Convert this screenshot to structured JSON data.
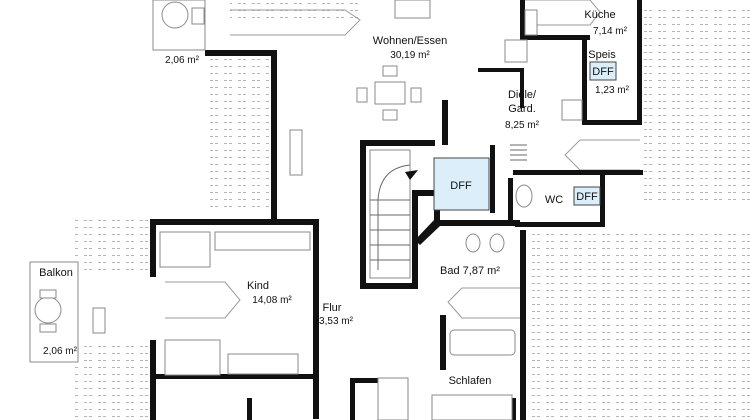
{
  "rooms": {
    "wohnen": {
      "name": "Wohnen/Essen",
      "area": "30,19 m²"
    },
    "kueche": {
      "name": "Küche",
      "area": "7,14 m²"
    },
    "speis": {
      "name": "Speis",
      "area": "1,23 m²"
    },
    "diele_line1": "Diele/",
    "diele_line2": "Gard.",
    "diele_area": "8,25 m²",
    "wc": "WC",
    "bad": "Bad 7,87 m²",
    "kind": {
      "name": "Kind",
      "area": "14,08 m²"
    },
    "flur": {
      "name": "Flur",
      "area": "3,53 m²"
    },
    "schlafen": "Schlafen",
    "balkon_left": {
      "name": "Balkon",
      "area": "2,06 m²"
    },
    "balkon_top_area": "2,06 m²"
  },
  "dff_labels": {
    "stair": "DFF",
    "speis": "DFF",
    "wc": "DFF"
  },
  "colors": {
    "wall": "#111111",
    "dff_fill": "#dbeefa",
    "hatch_line": "#b5b5b5"
  }
}
